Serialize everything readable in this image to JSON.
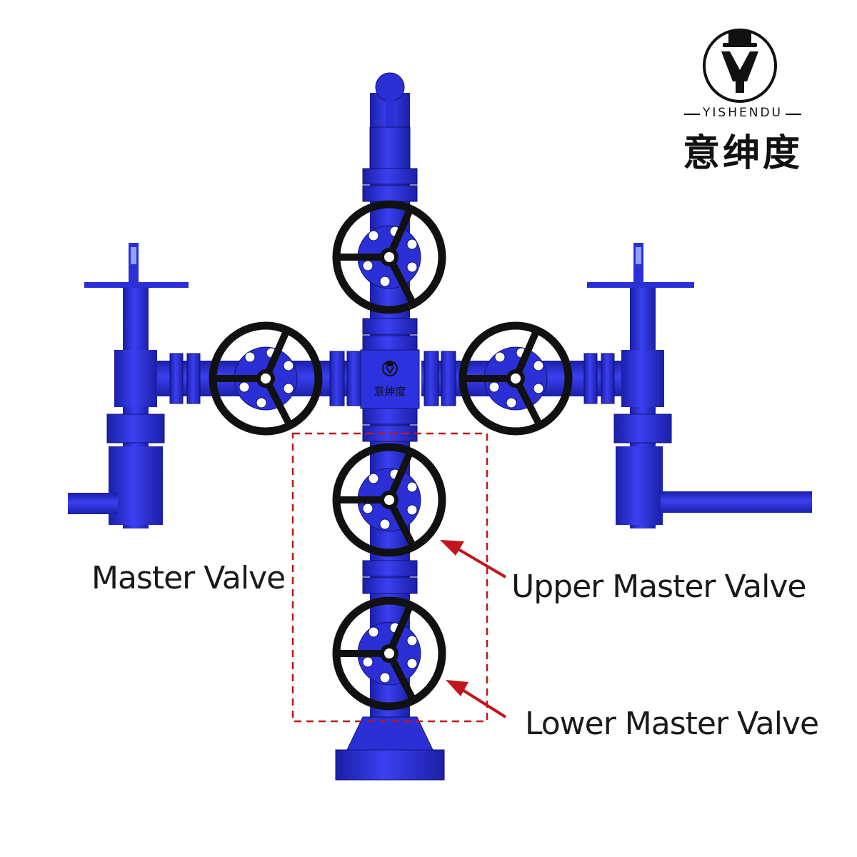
{
  "labels": {
    "master_valve": "Master Valve",
    "upper_master_valve": "Upper Master Valve",
    "lower_master_valve": "Lower Master Valve"
  },
  "brand": {
    "latin": "YISHENDU",
    "chinese": "意绅度"
  },
  "colors": {
    "body_blue": "#2a2fd6",
    "body_dark": "#1a1e9e",
    "wheel_black": "#111111",
    "annotation_red": "#c0161c"
  }
}
